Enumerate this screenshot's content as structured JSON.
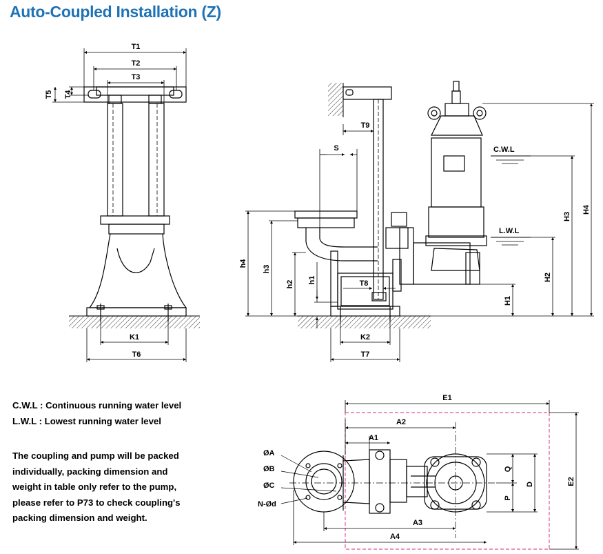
{
  "title": "Auto-Coupled Installation (Z)",
  "legend": {
    "cwl": "C.W.L : Continuous running water level",
    "lwl": "L.W.L :  Lowest running water level"
  },
  "note_lines": [
    "The coupling and pump will be packed",
    "individually,  packing  dimension and",
    "weight  in table only refer to the pump,",
    "please refer to P73 to check coupling's",
    "packing dimension and weight."
  ],
  "labels": {
    "T1": "T1",
    "T2": "T2",
    "T3": "T3",
    "T4": "T4",
    "T5": "T5",
    "T6": "T6",
    "T7": "T7",
    "T8": "T8",
    "T9": "T9",
    "K1": "K1",
    "K2": "K2",
    "S": "S",
    "CWL": "C.W.L",
    "LWL": "L.W.L",
    "H1": "H1",
    "H2": "H2",
    "H3": "H3",
    "H4": "H4",
    "h1": "h1",
    "h2": "h2",
    "h3": "h3",
    "h4": "h4",
    "E1": "E1",
    "E2": "E2",
    "A1": "A1",
    "A2": "A2",
    "A3": "A3",
    "A4": "A4",
    "Q": "Q",
    "D": "D",
    "P": "P",
    "OA": "ØA",
    "OB": "ØB",
    "OC": "ØC",
    "Nd": "N-Ød"
  },
  "colors": {
    "title": "#1e73b6",
    "outline_box": "#e0529c",
    "line": "#000000"
  }
}
